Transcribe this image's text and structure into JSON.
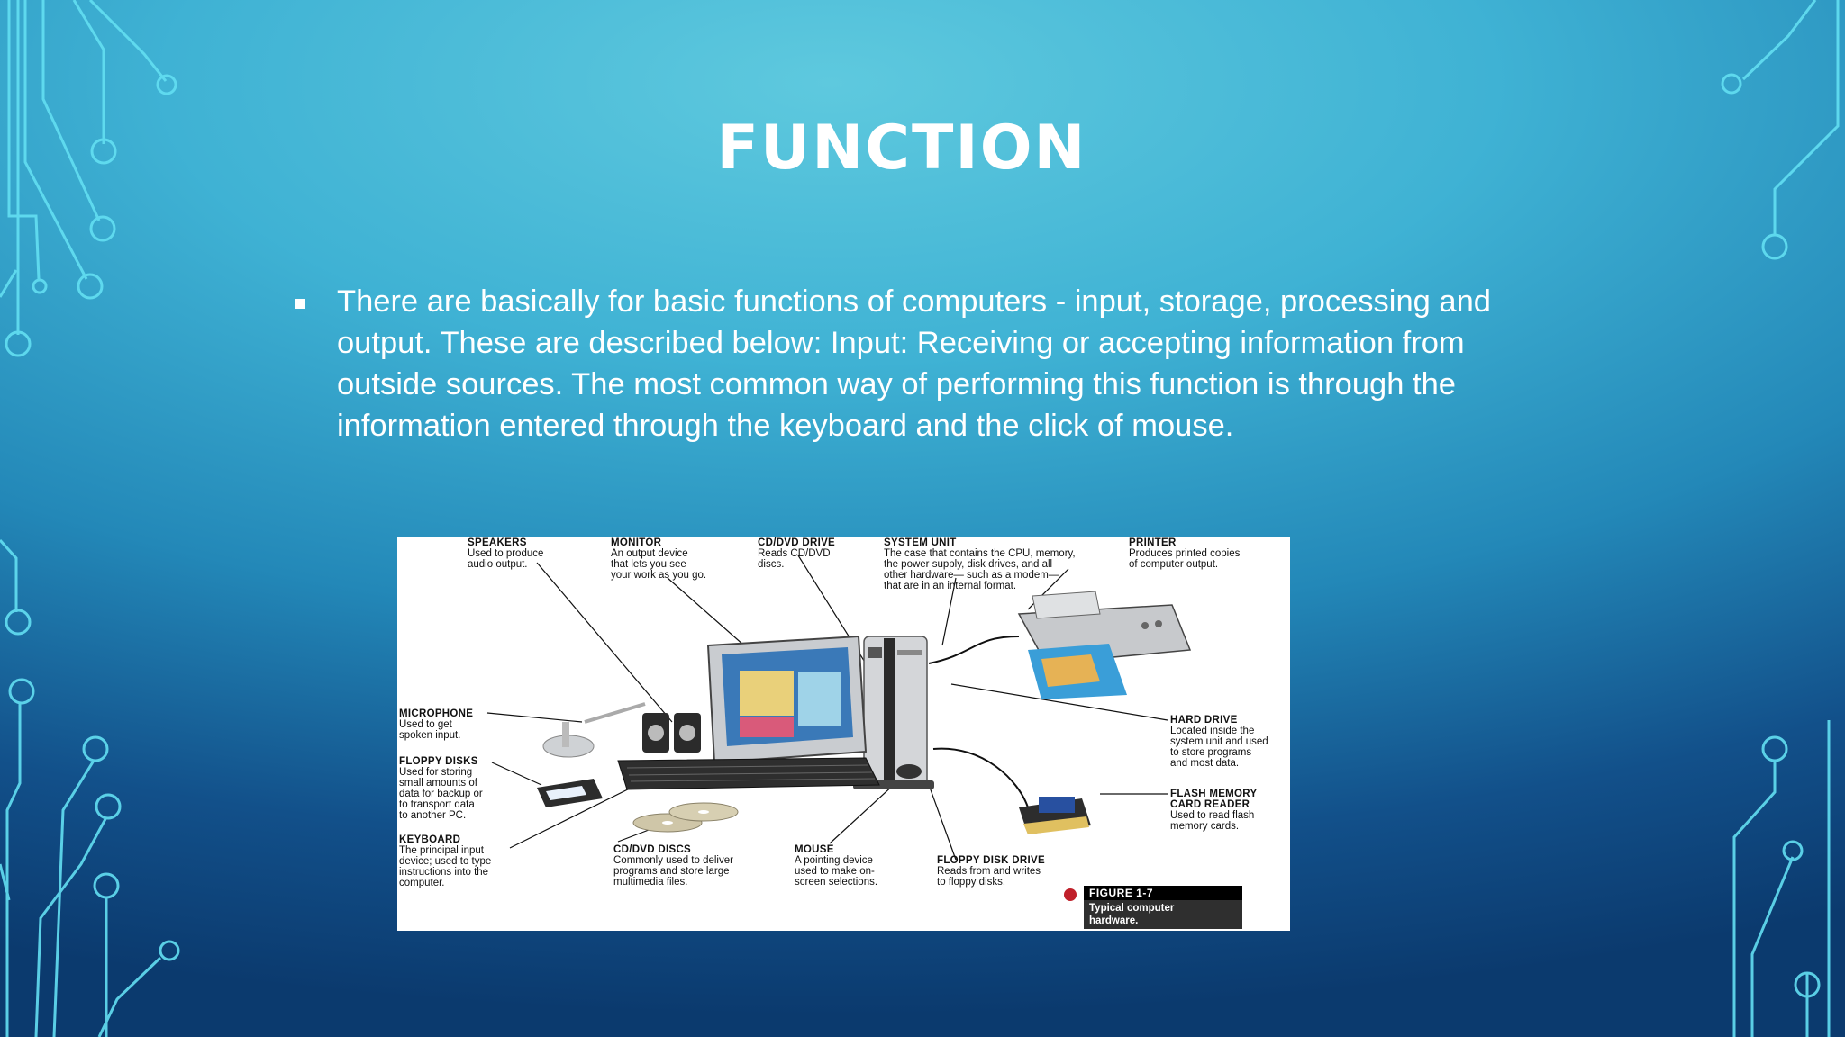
{
  "slide": {
    "title": "FUNCTION",
    "bullet": "There are basically for basic functions of computers - input, storage, processing and output. These are described below: Input: Receiving or accepting information from outside sources. The most common way of performing this function is through the information entered through the keyboard and the click of mouse."
  },
  "figure": {
    "labels": {
      "speakers": {
        "title": "SPEAKERS",
        "lines": [
          "Used to produce",
          "audio output."
        ]
      },
      "monitor": {
        "title": "MONITOR",
        "lines": [
          "An output device",
          "that lets you see",
          "your work as you go."
        ]
      },
      "cd_drive": {
        "title": "CD/DVD DRIVE",
        "lines": [
          "Reads CD/DVD",
          "discs."
        ]
      },
      "system_unit": {
        "title": "SYSTEM UNIT",
        "lines": [
          "The case that contains the CPU, memory,",
          "the power supply, disk drives, and all",
          "other hardware— such as a modem—",
          "that are in an internal format."
        ]
      },
      "printer": {
        "title": "PRINTER",
        "lines": [
          "Produces printed copies",
          "of computer output."
        ]
      },
      "microphone": {
        "title": "MICROPHONE",
        "lines": [
          "Used to get",
          "spoken input."
        ]
      },
      "floppy_disks": {
        "title": "FLOPPY DISKS",
        "lines": [
          "Used for storing",
          "small amounts of",
          "data for backup or",
          "to transport data",
          "to another PC."
        ]
      },
      "keyboard": {
        "title": "KEYBOARD",
        "lines": [
          "The principal input",
          "device; used to type",
          "instructions into the",
          "computer."
        ]
      },
      "cd_discs": {
        "title": "CD/DVD DISCS",
        "lines": [
          "Commonly used to deliver",
          "programs and store large",
          "multimedia files."
        ]
      },
      "mouse": {
        "title": "MOUSE",
        "lines": [
          "A pointing device",
          "used to make on-",
          "screen selections."
        ]
      },
      "floppy_drive": {
        "title": "FLOPPY DISK DRIVE",
        "lines": [
          "Reads from and writes",
          "to floppy disks."
        ]
      },
      "hard_drive": {
        "title": "HARD DRIVE",
        "lines": [
          "Located inside the",
          "system unit and used",
          "to store programs",
          "and most data."
        ]
      },
      "flash_reader": {
        "title": "FLASH MEMORY",
        "title2": "CARD READER",
        "lines": [
          "Used to read flash",
          "memory cards."
        ]
      }
    },
    "caption": {
      "number": "FIGURE 1-7",
      "lines": [
        "Typical computer",
        "hardware."
      ]
    }
  },
  "colors": {
    "accent_line": "#5fd8ef",
    "caption_bg": "#2f2f2f"
  }
}
